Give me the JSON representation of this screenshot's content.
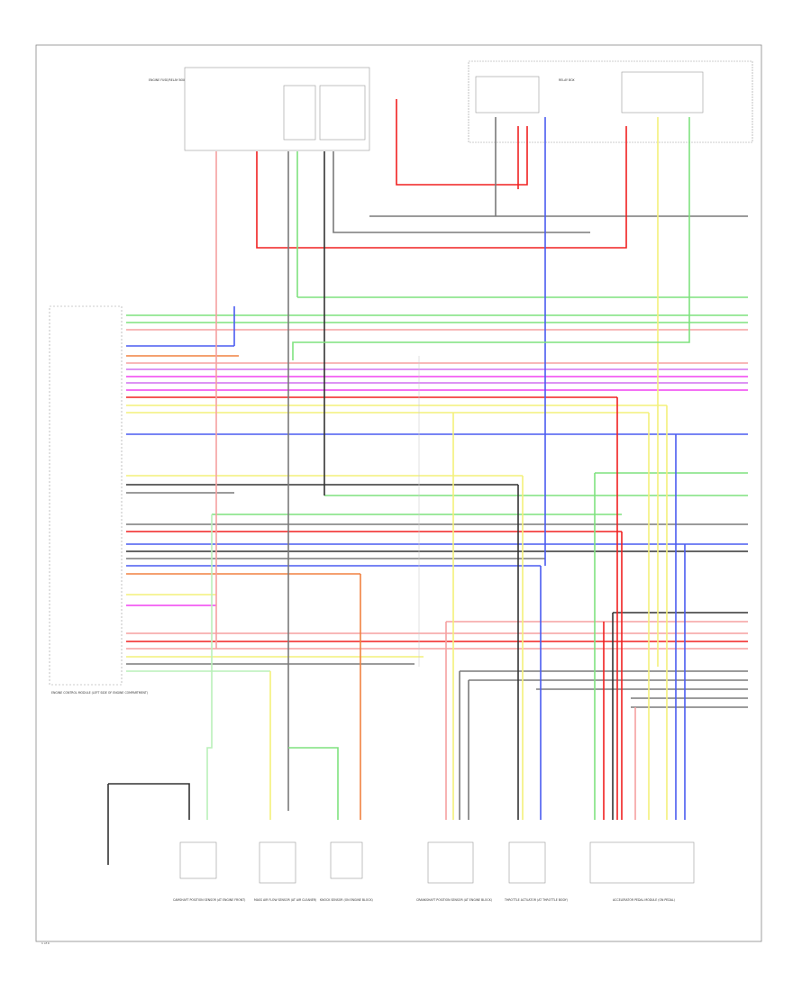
{
  "diagram": {
    "page_mark": "1 of 4",
    "components": {
      "control_module": "ENGINE CONTROL MODULE (LEFT SIDE OF ENGINE COMPARTMENT)",
      "fuse_box_top": "ENGINE FUSE/RELAY BOX",
      "fuse_box_right": "RELAY BOX",
      "bottom": [
        "CAMSHAFT POSITION SENSOR (AT ENGINE FRONT)",
        "MASS AIR FLOW SENSOR (AT AIR CLEANER)",
        "KNOCK SENSOR (ON ENGINE BLOCK)",
        "CRANKSHAFT POSITION SENSOR (AT ENGINE BLOCK)",
        "THROTTLE ACTUATOR (AT THROTTLE BODY)",
        "ACCELERATOR PEDAL MODULE (ON PEDAL)"
      ]
    },
    "wire_colors": {
      "red": "#f02020",
      "pink": "#f5a0a0",
      "green": "#7ee27e",
      "lightgreen": "#b9f0b9",
      "yellow": "#f4f07a",
      "blue": "#4a5cf0",
      "violet": "#d070f0",
      "magenta": "#f040f0",
      "gray": "#7a7a7a",
      "black": "#333333",
      "orange": "#f08040"
    }
  }
}
